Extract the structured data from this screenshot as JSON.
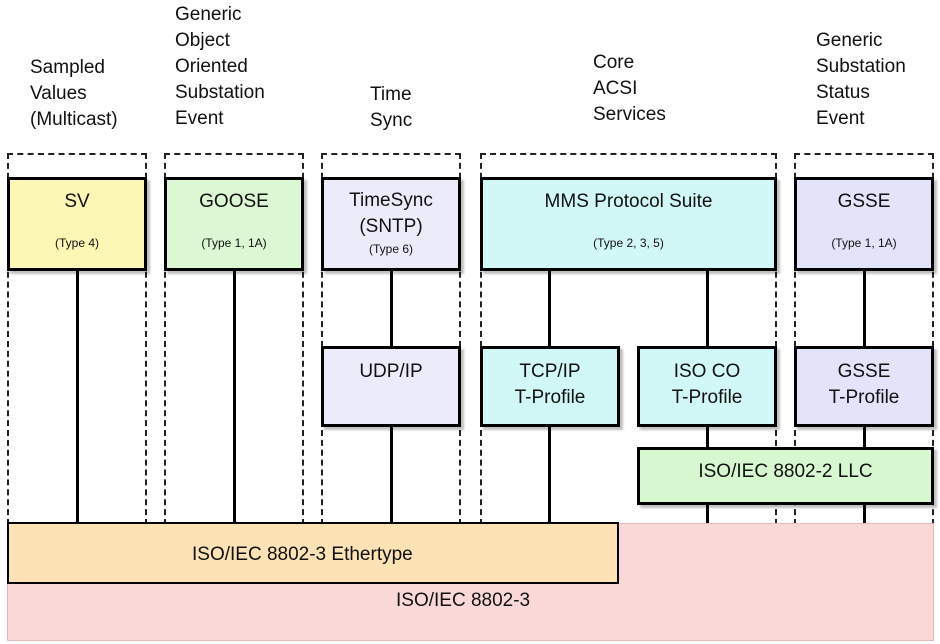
{
  "colors": {
    "sv": "#fdf7b6",
    "goose": "#dcf7d4",
    "timesync": "#ecebfa",
    "mms": "#d1f8f6",
    "gsse": "#e3e3f9",
    "llc": "#d6f7cf",
    "ethertype": "#fce2b4",
    "base": "#fbd8d8"
  },
  "headings": {
    "sv": "Sampled\nValues\n(Multicast)",
    "goose": "Generic\nObject\nOriented\nSubstation\nEvent",
    "time": "Time\nSync",
    "core": "Core\nACSI\nServices",
    "gsse": "Generic\nSubstation\nStatus\nEvent"
  },
  "boxes": {
    "sv": {
      "title": "SV",
      "sub": "(Type 4)"
    },
    "goose": {
      "title": "GOOSE",
      "sub": "(Type 1, 1A)"
    },
    "timesync": {
      "title": "TimeSync\n(SNTP)",
      "sub": "(Type 6)"
    },
    "mms": {
      "title": "MMS Protocol Suite",
      "sub": "(Type 2, 3, 5)"
    },
    "gsse": {
      "title": "GSSE",
      "sub": "(Type 1, 1A)"
    },
    "udp": {
      "title": "UDP/IP"
    },
    "tcp": {
      "title": "TCP/IP\nT-Profile"
    },
    "isoco": {
      "title": "ISO CO\nT-Profile"
    },
    "gsse_tp": {
      "title": "GSSE\nT-Profile"
    },
    "llc": {
      "title": "ISO/IEC 8802-2 LLC"
    }
  },
  "bands": {
    "ethertype": "ISO/IEC 8802-3 Ethertype",
    "base": "ISO/IEC 8802-3"
  }
}
